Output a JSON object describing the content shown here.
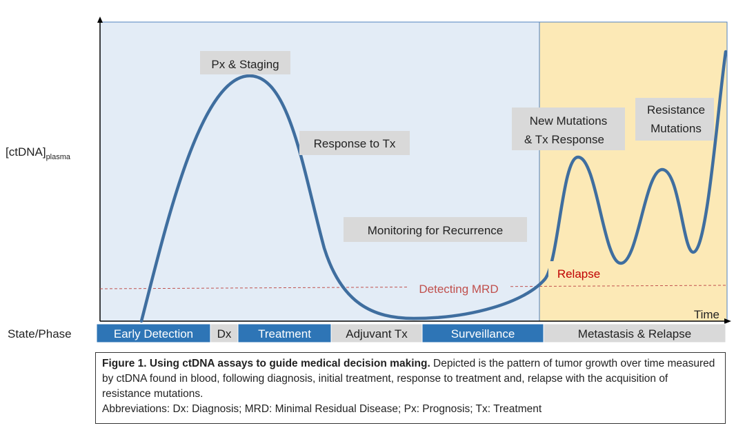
{
  "y_axis_label": {
    "main": "[ctDNA]",
    "subscript": "plasma"
  },
  "x_axis_label": "Time",
  "phase_row_label": "State/Phase",
  "callouts": {
    "px_staging": "Px & Staging",
    "response_to_tx": "Response to Tx",
    "monitoring": "Monitoring for Recurrence",
    "new_mutations_line1": "New Mutations",
    "new_mutations_line2": "& Tx Response",
    "resistance_line1": "Resistance",
    "resistance_line2": "Mutations",
    "relapse": "Relapse",
    "detecting_mrd": "Detecting MRD"
  },
  "phases": [
    {
      "label": "Early Detection",
      "style": "blue"
    },
    {
      "label": "Dx",
      "style": "gray"
    },
    {
      "label": "Treatment",
      "style": "blue"
    },
    {
      "label": "Adjuvant Tx",
      "style": "gray"
    },
    {
      "label": "Surveillance",
      "style": "blue"
    },
    {
      "label": "Metastasis & Relapse",
      "style": "gray"
    }
  ],
  "caption": {
    "title": "Figure 1.  Using ctDNA assays to guide medical decision making.",
    "body": " Depicted is the pattern of tumor growth over time measured by ctDNA found in blood, following diagnosis, initial treatment, response to treatment and, relapse with the acquisition of resistance mutations.",
    "abbreviations": "Abbreviations:  Dx: Diagnosis; MRD: Minimal Residual Disease;  Px: Prognosis; Tx: Treatment"
  },
  "colors": {
    "curve": "#3f6e9f",
    "left_region": "#e3ecf6",
    "right_region": "#fce9b6",
    "phase_blue": "#2e75b6",
    "phase_gray": "#d9d9d9",
    "callout_box": "#d9d9d9",
    "mrd_line": "#c0504d"
  }
}
